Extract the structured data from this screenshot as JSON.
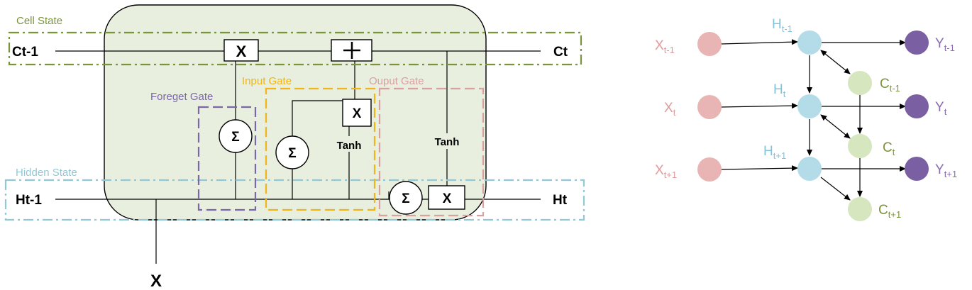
{
  "colors": {
    "cell_fill": "#e8efdf",
    "cell_state": "#7a943a",
    "hidden_state": "#92c8d6",
    "forget_gate": "#7b66a6",
    "input_gate": "#f0b519",
    "output_gate": "#d9a0a0",
    "x_node": "#e8b4b4",
    "h_node": "#b4dce8",
    "c_node": "#d6e6bf",
    "y_node": "#7a5fa3",
    "x_text": "#e09a9a",
    "h_text": "#7fc4dc",
    "c_text": "#7a943a",
    "y_text": "#8a6ab0"
  },
  "lstm": {
    "cell_state_label": "Cell State",
    "hidden_state_label": "Hidden State",
    "forget_gate_label": "Foreget Gate",
    "input_gate_label": "Input Gate",
    "output_gate_label": "Ouput Gate",
    "ct_prev": "Ct-1",
    "ct": "Ct",
    "ht_prev": "Ht-1",
    "ht": "Ht",
    "x_input": "X",
    "mult_symbol": "X",
    "sigma_symbol": "Σ",
    "tanh_label": "Tanh"
  },
  "unrolled": {
    "x_prev": {
      "base": "X",
      "sub": "t-1"
    },
    "x_cur": {
      "base": "X",
      "sub": "t"
    },
    "x_next": {
      "base": "X",
      "sub": "t+1"
    },
    "h_prev": {
      "base": "H",
      "sub": "t-1"
    },
    "h_cur": {
      "base": "H",
      "sub": "t"
    },
    "h_next": {
      "base": "H",
      "sub": "t+1"
    },
    "c_prev": {
      "base": "C",
      "sub": "t-1"
    },
    "c_cur": {
      "base": "C",
      "sub": "t"
    },
    "c_next": {
      "base": "C",
      "sub": "t+1"
    },
    "y_prev": {
      "base": "Y",
      "sub": "t-1"
    },
    "y_cur": {
      "base": "Y",
      "sub": "t"
    },
    "y_next": {
      "base": "Y",
      "sub": "t+1"
    }
  }
}
